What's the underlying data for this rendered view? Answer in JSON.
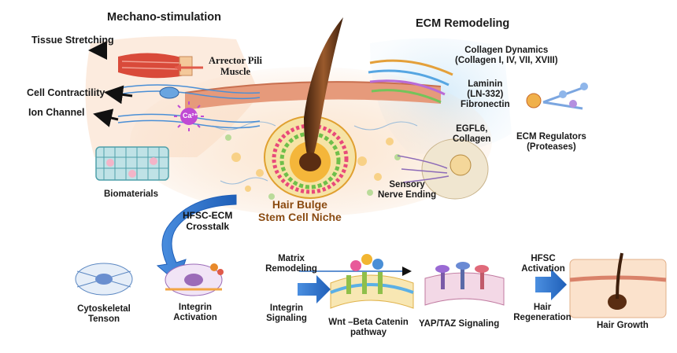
{
  "sections": {
    "mechano": "Mechano-stimulation",
    "ecm": "ECM Remodeling"
  },
  "mechano_labels": {
    "tissue_stretching": "Tissue Stretching",
    "cell_contractility": "Cell Contractility",
    "ion_channel": "Ion Channel",
    "arrector_pili": "Arrector Pili Muscle",
    "ca_ion": "Ca²⁺",
    "biomaterials": "Biomaterials"
  },
  "ecm_labels": {
    "collagen_dynamics": "Collagen Dynamics",
    "collagen_types": "(Collagen I, IV, VII, XVIII)",
    "laminin": "Laminin",
    "ln332": "(LN-332)",
    "fibronectin": "Fibronectin",
    "egfl6": "EGFL6,",
    "collagen": "Collagen",
    "ecm_regulators": "ECM Regulators",
    "proteases": "(Proteases)",
    "sensory": "Sensory",
    "nerve_ending": "Nerve Ending"
  },
  "niche": {
    "line1": "Hair Bulge",
    "line2": "Stem Cell Niche"
  },
  "crosstalk": {
    "line1": "HFSC-ECM",
    "line2": "Crosstalk"
  },
  "pathway": {
    "cytoskeletal": "Cytoskeletal",
    "tenson": "Tenson",
    "integrin": "Integrin",
    "activation": "Activation",
    "matrix": "Matrix",
    "remodeling": "Remodeling",
    "integrin_signaling_1": "Integrin",
    "integrin_signaling_2": "Signaling",
    "wnt_1": "Wnt –Beta Catenin",
    "wnt_2": "pathway",
    "yap": "YAP/TAZ Signaling",
    "hfsc": "HFSC",
    "hfsc_activation": "Activation",
    "hair": "Hair",
    "regeneration": "Regeneration",
    "hair_growth": "Hair Growth"
  },
  "colors": {
    "hair_shaft": "#6b3a1a",
    "bulge_ring": "#f2b531",
    "ecm_blue": "#cfe6f5",
    "skin_peach": "#f7dcc3",
    "arrow_blue": "#2d6fc4",
    "niche_text": "#8a4a10"
  }
}
